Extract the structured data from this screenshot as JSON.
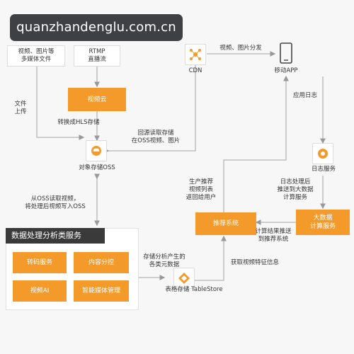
{
  "watermark": "quanzhandenglu.com.cn",
  "nodes": {
    "media_files": [
      "视频、图片等",
      "多媒体文件"
    ],
    "rtmp": [
      "RTMP",
      "直播流"
    ],
    "video_cloud": "视频云",
    "cdn": "CDN",
    "mobile_app": "移动APP",
    "object_storage": "对象存储OSS",
    "log_service": "日志服务",
    "bigdata": [
      "大数据",
      "计算服务"
    ],
    "recommend": "推荐系统",
    "tablestore": "表格存储 TableStore"
  },
  "labels": {
    "file_upload": [
      "文件",
      "上传"
    ],
    "hls": "转换成HLS存储",
    "origin": [
      "回源读取存储",
      "在OSS视频、图片"
    ],
    "distribute": "视频、图片分发",
    "app_log": "应用日志",
    "oss_read": [
      "从OSS读取视频，",
      "将处理后视频写入OSS"
    ],
    "gen_recommend": [
      "生产推荐",
      "视频列表",
      "返回给用户"
    ],
    "log_push": [
      "日志处理后",
      "推送到大数据",
      "计算服务"
    ],
    "compute_push": [
      "计算结果推送",
      "到推荐系统"
    ],
    "meta_store": [
      "存储分析产生的",
      "各类元数据"
    ],
    "feature": "获取视频特征信息"
  },
  "processing": {
    "title": "数据处理分析类服务",
    "services": [
      "转码服务",
      "内容分控",
      "视频AI",
      "智能媒体管理"
    ]
  },
  "colors": {
    "accent": "#f39a2b",
    "dark": "#3a3a3a",
    "line": "#aaaaaa"
  }
}
